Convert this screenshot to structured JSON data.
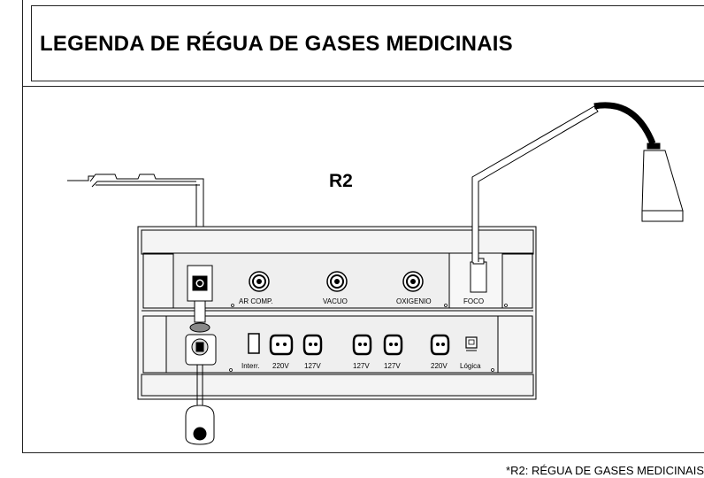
{
  "header": {
    "title": "LEGENDA DE RÉGUA DE GASES MEDICINAIS"
  },
  "diagram": {
    "rail_label": "R2",
    "gas_outlets": [
      "AR COMP.",
      "VACUO",
      "OXIGENIO"
    ],
    "light_switch_label": "FOCO",
    "outlet_labels": [
      "Interr.",
      "220V",
      "127V",
      "127V",
      "127V",
      "220V",
      "Lógica"
    ]
  },
  "footnote": "*R2: RÉGUA DE GASES MEDICINAIS",
  "icons": [
    "gas-outlet-icon",
    "power-socket-icon",
    "switch-icon",
    "network-jack-icon",
    "exam-lamp-icon",
    "flowmeter-icon"
  ]
}
